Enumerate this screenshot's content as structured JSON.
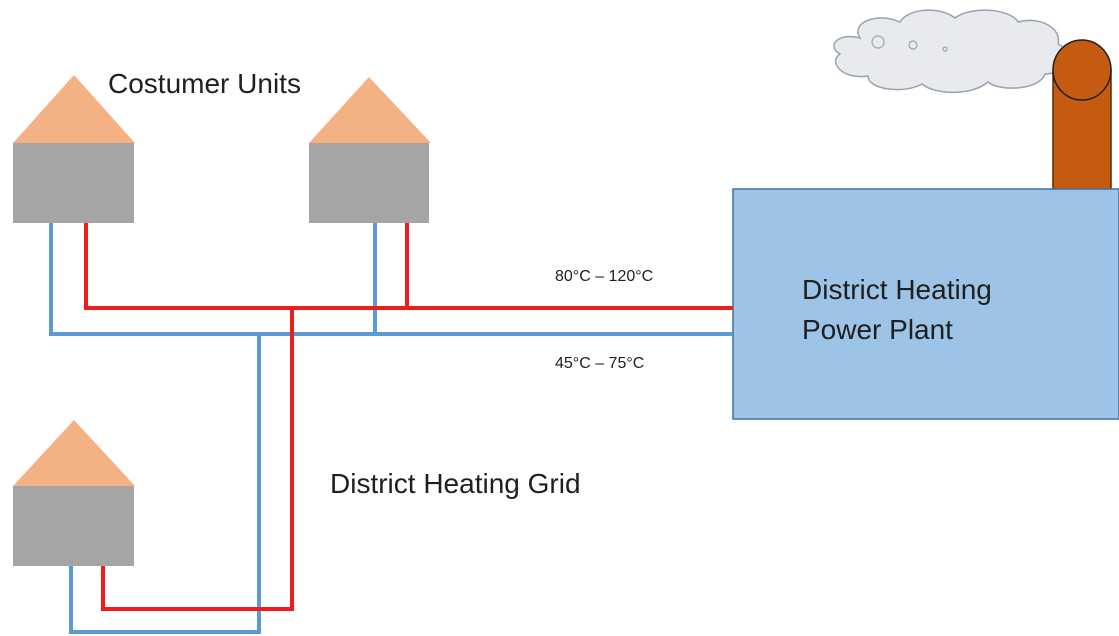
{
  "labels": {
    "customer_units": "Costumer Units",
    "supply_temp": "80°C – 120°C",
    "return_temp": "45°C – 75°C",
    "grid": "District Heating Grid",
    "plant_line1": "District Heating",
    "plant_line2": "Power Plant"
  },
  "colors": {
    "supply_pipe": "#ee1c1c",
    "return_pipe": "#5b9bd5",
    "house_roof": "#f4b183",
    "house_body": "#a5a5a5",
    "plant_fill": "#9dc3e6",
    "chimney": "#c55a11",
    "cloud": "#e8eaed"
  },
  "icons": [
    "house-icon",
    "chimney-icon",
    "smoke-cloud-icon",
    "power-plant-icon"
  ]
}
